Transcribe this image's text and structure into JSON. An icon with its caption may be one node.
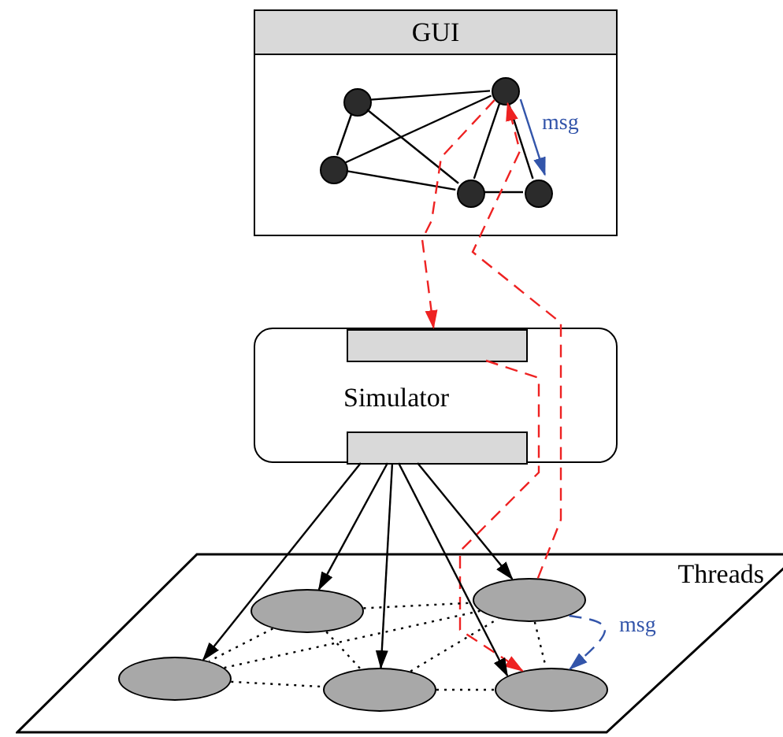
{
  "diagram": {
    "nodes": [
      {
        "text": [
          "GUI"
        ]
      },
      {
        "text": [],
        "shape": "circle",
        "in": 0
      },
      {
        "text": [],
        "shape": "circle",
        "in": 0
      },
      {
        "text": [],
        "shape": "circle",
        "in": 0
      },
      {
        "text": [],
        "shape": "circle",
        "in": 0
      },
      {
        "text": [],
        "shape": "circle",
        "in": 0
      },
      {
        "text": [
          "Simulator"
        ]
      },
      {
        "text": [],
        "shape": "bar",
        "in": 6
      },
      {
        "text": [],
        "shape": "bar",
        "in": 6
      },
      {
        "text": [
          "Threads"
        ]
      },
      {
        "text": [],
        "shape": "ellipse",
        "in": 9
      },
      {
        "text": [],
        "shape": "ellipse",
        "in": 9
      },
      {
        "text": [],
        "shape": "ellipse",
        "in": 9
      },
      {
        "text": [],
        "shape": "ellipse",
        "in": 9
      },
      {
        "text": [],
        "shape": "ellipse",
        "in": 9
      }
    ],
    "edges": [
      {
        "from": 1,
        "to": 2,
        "arrow": "none"
      },
      {
        "from": 1,
        "to": 3,
        "arrow": "none"
      },
      {
        "from": 1,
        "to": 4,
        "arrow": "none"
      },
      {
        "from": 2,
        "to": 3,
        "arrow": "none"
      },
      {
        "from": 2,
        "to": 4,
        "arrow": "none"
      },
      {
        "from": 2,
        "to": 5,
        "arrow": "none"
      },
      {
        "from": 3,
        "to": 4,
        "arrow": "none"
      },
      {
        "from": 4,
        "to": 5,
        "arrow": "none"
      },
      {
        "from": 2,
        "to": 5,
        "arrow": "to",
        "label": "msg",
        "color": "#3355aa"
      },
      {
        "from": 2,
        "to": 7,
        "arrow": "to",
        "style": "dashed",
        "color": "#ee2222"
      },
      {
        "from": 7,
        "to": 14,
        "arrow": "to",
        "style": "dashed",
        "color": "#ee2222"
      },
      {
        "from": 11,
        "to": 2,
        "arrow": "to",
        "style": "dashed",
        "color": "#ee2222"
      },
      {
        "from": 8,
        "to": 12,
        "arrow": "to"
      },
      {
        "from": 8,
        "to": 10,
        "arrow": "to"
      },
      {
        "from": 8,
        "to": 13,
        "arrow": "to"
      },
      {
        "from": 8,
        "to": 14,
        "arrow": "to"
      },
      {
        "from": 8,
        "to": 11,
        "arrow": "to"
      },
      {
        "from": 10,
        "to": 11,
        "arrow": "none",
        "style": "dashed"
      },
      {
        "from": 10,
        "to": 12,
        "arrow": "none",
        "style": "dashed"
      },
      {
        "from": 10,
        "to": 13,
        "arrow": "none",
        "style": "dashed"
      },
      {
        "from": 12,
        "to": 11,
        "arrow": "none",
        "style": "dashed"
      },
      {
        "from": 12,
        "to": 13,
        "arrow": "none",
        "style": "dashed"
      },
      {
        "from": 13,
        "to": 11,
        "arrow": "none",
        "style": "dashed"
      },
      {
        "from": 13,
        "to": 14,
        "arrow": "none",
        "style": "dashed"
      },
      {
        "from": 11,
        "to": 14,
        "arrow": "none",
        "style": "dashed"
      },
      {
        "from": 11,
        "to": 14,
        "arrow": "to",
        "label": "msg",
        "style": "dashed",
        "color": "#3355aa"
      }
    ]
  }
}
